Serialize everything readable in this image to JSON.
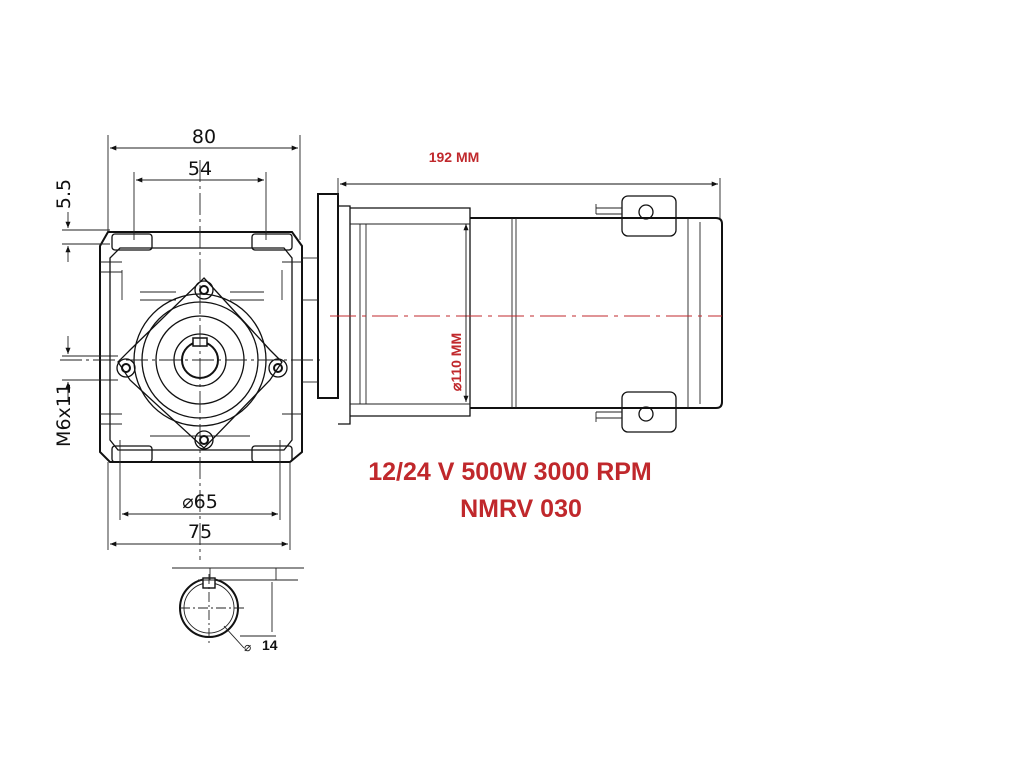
{
  "dimensions": {
    "width_80": "80",
    "width_54": "54",
    "height_5_5": "5.5",
    "thread_m6x11": "M6x11",
    "bore_phi65": "⌀65",
    "width_75": "75",
    "length_192": "192 MM",
    "diameter_110": "⌀110 MM",
    "shaft_symbol": "⌀",
    "shaft_14": "14"
  },
  "spec": {
    "line1": "12/24 V 500W 3000 RPM",
    "line2": "NMRV 030"
  },
  "colors": {
    "annotation_red": "#c0282c",
    "line_black": "#111111"
  }
}
